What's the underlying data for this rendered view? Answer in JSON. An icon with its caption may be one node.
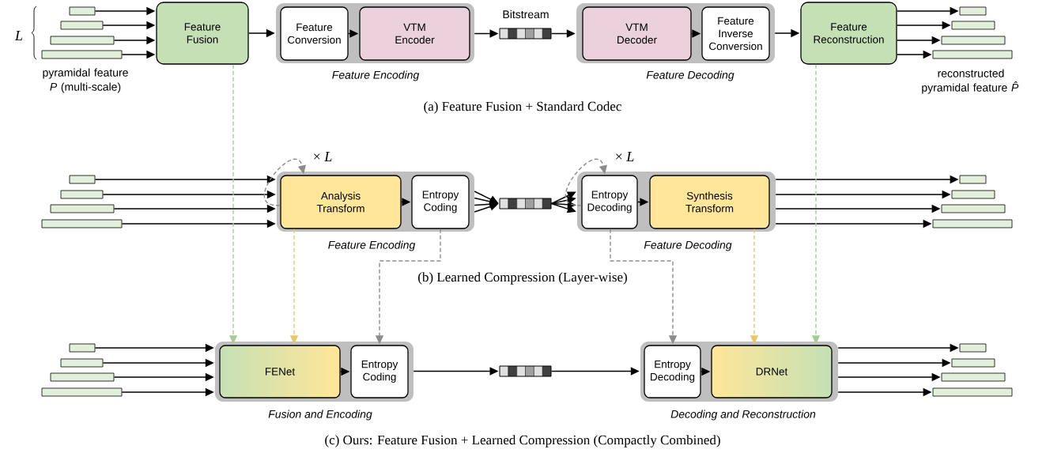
{
  "diagram": {
    "nodes": [
      {
        "text": [],
        "shape": "bar"
      },
      {
        "text": [],
        "shape": "bar"
      },
      {
        "text": [],
        "shape": "bar"
      },
      {
        "text": [],
        "shape": "bar"
      },
      {
        "text": [
          "Feature Fusion"
        ]
      },
      {
        "text": [
          "Feature Encoding"
        ]
      },
      {
        "text": [
          "Feature Conversion"
        ],
        "in": 5
      },
      {
        "text": [
          "VTM Encoder"
        ],
        "in": 5
      },
      {
        "text": [],
        "shape": "bar",
        "beside": [
          "Bitstream"
        ]
      },
      {
        "text": [
          "Feature Decoding"
        ]
      },
      {
        "text": [
          "VTM Decoder"
        ],
        "in": 9
      },
      {
        "text": [
          "Feature Inverse Conversion"
        ],
        "in": 9
      },
      {
        "text": [
          "Feature Reconstruction"
        ]
      },
      {
        "text": [],
        "shape": "bar"
      },
      {
        "text": [],
        "shape": "bar"
      },
      {
        "text": [],
        "shape": "bar"
      },
      {
        "text": [],
        "shape": "bar"
      },
      {
        "text": [],
        "shape": "bar"
      },
      {
        "text": [],
        "shape": "bar"
      },
      {
        "text": [],
        "shape": "bar"
      },
      {
        "text": [],
        "shape": "bar"
      },
      {
        "text": [
          "Feature Encoding"
        ]
      },
      {
        "text": [
          "Analysis Transform"
        ],
        "in": 21
      },
      {
        "text": [
          "Entropy Coding"
        ],
        "in": 21
      },
      {
        "text": [],
        "shape": "bar"
      },
      {
        "text": [
          "Feature Decoding"
        ]
      },
      {
        "text": [
          "Entropy Decoding"
        ],
        "in": 25
      },
      {
        "text": [
          "Synthesis Transform"
        ],
        "in": 25
      },
      {
        "text": [],
        "shape": "bar"
      },
      {
        "text": [],
        "shape": "bar"
      },
      {
        "text": [],
        "shape": "bar"
      },
      {
        "text": [],
        "shape": "bar"
      },
      {
        "text": [],
        "shape": "bar"
      },
      {
        "text": [],
        "shape": "bar"
      },
      {
        "text": [],
        "shape": "bar"
      },
      {
        "text": [],
        "shape": "bar"
      },
      {
        "text": [
          "Fusion and Encoding"
        ]
      },
      {
        "text": [
          "FENet"
        ],
        "in": 36
      },
      {
        "text": [
          "Entropy Coding"
        ],
        "in": 36
      },
      {
        "text": [],
        "shape": "bar"
      },
      {
        "text": [
          "Decoding and Reconstruction"
        ]
      },
      {
        "text": [
          "Entropy Decoding"
        ],
        "in": 40
      },
      {
        "text": [
          "DRNet"
        ],
        "in": 40
      },
      {
        "text": [],
        "shape": "bar"
      },
      {
        "text": [],
        "shape": "bar"
      },
      {
        "text": [],
        "shape": "bar"
      },
      {
        "text": [],
        "shape": "bar"
      }
    ],
    "edges": [
      {
        "from": 0,
        "to": 4,
        "arrow": "to"
      },
      {
        "from": 1,
        "to": 4,
        "arrow": "to"
      },
      {
        "from": 2,
        "to": 4,
        "arrow": "to"
      },
      {
        "from": 3,
        "to": 4,
        "arrow": "to"
      },
      {
        "from": 4,
        "to": 5,
        "arrow": "to"
      },
      {
        "from": 6,
        "to": 7,
        "arrow": "to"
      },
      {
        "from": 5,
        "to": 8,
        "arrow": "to"
      },
      {
        "from": 8,
        "to": 9,
        "arrow": "to"
      },
      {
        "from": 10,
        "to": 11,
        "arrow": "to"
      },
      {
        "from": 9,
        "to": 12,
        "arrow": "to"
      },
      {
        "from": 12,
        "to": 13,
        "arrow": "to"
      },
      {
        "from": 12,
        "to": 14,
        "arrow": "to"
      },
      {
        "from": 12,
        "to": 15,
        "arrow": "to"
      },
      {
        "from": 12,
        "to": 16,
        "arrow": "to"
      },
      {
        "from": 17,
        "to": 21,
        "arrow": "to"
      },
      {
        "from": 18,
        "to": 21,
        "arrow": "to"
      },
      {
        "from": 19,
        "to": 21,
        "arrow": "to"
      },
      {
        "from": 20,
        "to": 21,
        "arrow": "to"
      },
      {
        "from": 22,
        "to": 22,
        "arrow": "to",
        "label": "× *L*",
        "style": "dashed",
        "color": "#8c8c8c"
      },
      {
        "from": 22,
        "to": 23,
        "arrow": "to"
      },
      {
        "from": 21,
        "to": 24,
        "arrow": "to"
      },
      {
        "from": 21,
        "to": 24,
        "arrow": "to"
      },
      {
        "from": 21,
        "to": 24,
        "arrow": "to"
      },
      {
        "from": 21,
        "to": 24,
        "arrow": "to"
      },
      {
        "from": 24,
        "to": 25,
        "arrow": "to"
      },
      {
        "from": 24,
        "to": 25,
        "arrow": "to"
      },
      {
        "from": 24,
        "to": 25,
        "arrow": "to"
      },
      {
        "from": 24,
        "to": 25,
        "arrow": "to"
      },
      {
        "from": 26,
        "to": 26,
        "arrow": "to",
        "label": "× *L*",
        "style": "dashed",
        "color": "#8c8c8c"
      },
      {
        "from": 26,
        "to": 27,
        "arrow": "to"
      },
      {
        "from": 25,
        "to": 28,
        "arrow": "to"
      },
      {
        "from": 25,
        "to": 29,
        "arrow": "to"
      },
      {
        "from": 25,
        "to": 30,
        "arrow": "to"
      },
      {
        "from": 25,
        "to": 31,
        "arrow": "to"
      },
      {
        "from": 4,
        "to": 37,
        "arrow": "to",
        "style": "dashed",
        "color": "#a9c99a"
      },
      {
        "from": 22,
        "to": 37,
        "arrow": "to",
        "style": "dashed",
        "color": "#e6c76a"
      },
      {
        "from": 23,
        "to": 38,
        "arrow": "to",
        "style": "dashed",
        "color": "#8c8c8c"
      },
      {
        "from": 26,
        "to": 41,
        "arrow": "to",
        "style": "dashed",
        "color": "#8c8c8c"
      },
      {
        "from": 27,
        "to": 42,
        "arrow": "to",
        "style": "dashed",
        "color": "#e6c76a"
      },
      {
        "from": 12,
        "to": 42,
        "arrow": "to",
        "style": "dashed",
        "color": "#a9c99a"
      },
      {
        "from": 32,
        "to": 36,
        "arrow": "to"
      },
      {
        "from": 33,
        "to": 36,
        "arrow": "to"
      },
      {
        "from": 34,
        "to": 36,
        "arrow": "to"
      },
      {
        "from": 35,
        "to": 36,
        "arrow": "to"
      },
      {
        "from": 37,
        "to": 38,
        "arrow": "to"
      },
      {
        "from": 36,
        "to": 39,
        "arrow": "to"
      },
      {
        "from": 39,
        "to": 40,
        "arrow": "to"
      },
      {
        "from": 41,
        "to": 42,
        "arrow": "to"
      },
      {
        "from": 40,
        "to": 43,
        "arrow": "to"
      },
      {
        "from": 40,
        "to": 44,
        "arrow": "to"
      },
      {
        "from": 40,
        "to": 45,
        "arrow": "to"
      },
      {
        "from": 40,
        "to": 46,
        "arrow": "to"
      }
    ],
    "labels": [
      "L",
      "pyramidal feature *P* (multi-scale)",
      "reconstructed pyramidal feature *P̂*",
      "(a) Feature Fusion + Standard Codec",
      "(b) Learned Compression (Layer-wise)",
      "(c) Ours: Feature Fusion + Learned Compression (Compactly Combined)"
    ]
  }
}
